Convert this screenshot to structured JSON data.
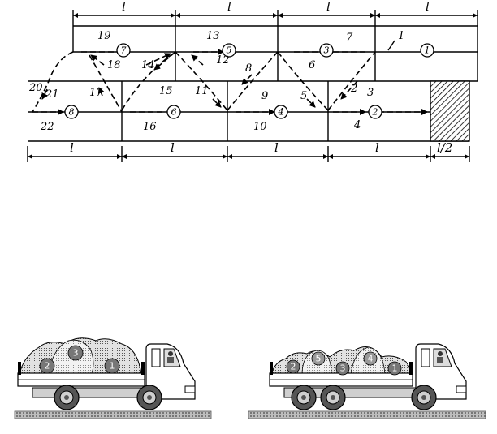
{
  "diagram": {
    "dimension_labels": {
      "top": [
        "l",
        "l",
        "l",
        "l"
      ],
      "bottom": [
        "l",
        "l",
        "l",
        "l",
        "l/2"
      ]
    },
    "circle_numbers": [
      "1",
      "2",
      "3",
      "4",
      "5",
      "6",
      "7",
      "8"
    ],
    "pass_numbers": [
      "1",
      "2",
      "3",
      "4",
      "5",
      "6",
      "7",
      "8",
      "9",
      "10",
      "11",
      "12",
      "13",
      "14",
      "15",
      "16",
      "17",
      "18",
      "19",
      "20",
      "21",
      "22"
    ]
  },
  "trucks": {
    "left_load": [
      "2",
      "3",
      "1"
    ],
    "right_load": [
      "2",
      "5",
      "3",
      "4",
      "1"
    ]
  },
  "colors": {
    "ink": "#000000",
    "ground": "#999999",
    "load_dark": "#777777",
    "load_light": "#c8c8c8"
  }
}
